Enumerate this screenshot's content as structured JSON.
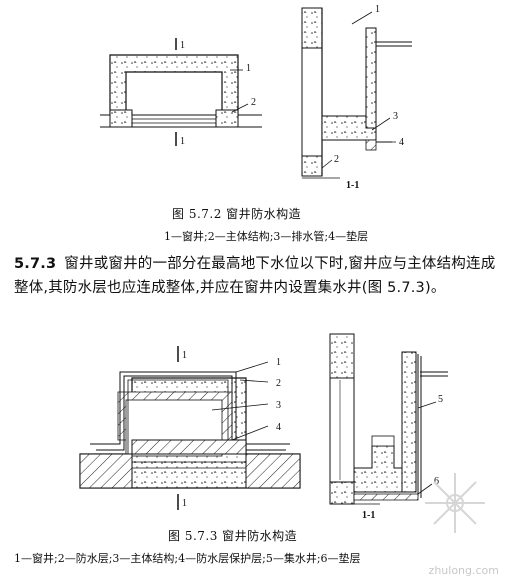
{
  "figure1": {
    "caption": "图 5.7.2   窗井防水构造",
    "legend": "1—窗井;2—主体结构;3—排水管;4—垫层",
    "plan_labels": [
      "1",
      "2"
    ],
    "plan_section_marks": [
      "1",
      "1"
    ],
    "section_labels": [
      "1",
      "3",
      "4",
      "2"
    ],
    "section_title": "1-1"
  },
  "section_text": {
    "number": "5.7.3",
    "body": "窗井或窗井的一部分在最高地下水位以下时,窗井应与主体结构连成整体,其防水层也应连成整体,并应在窗井内设置集水井(图 5.7.3)。"
  },
  "figure2": {
    "caption": "图 5.7.3   窗井防水构造",
    "legend": "1—窗井;2—防水层;3—主体结构;4—防水层保护层;5—集水井;6—垫层",
    "plan_labels": [
      "1",
      "2",
      "3",
      "4"
    ],
    "plan_section_marks": [
      "1",
      "1"
    ],
    "section_labels": [
      "5",
      "6"
    ],
    "section_title": "1-1"
  },
  "watermark": "zhulong.com"
}
